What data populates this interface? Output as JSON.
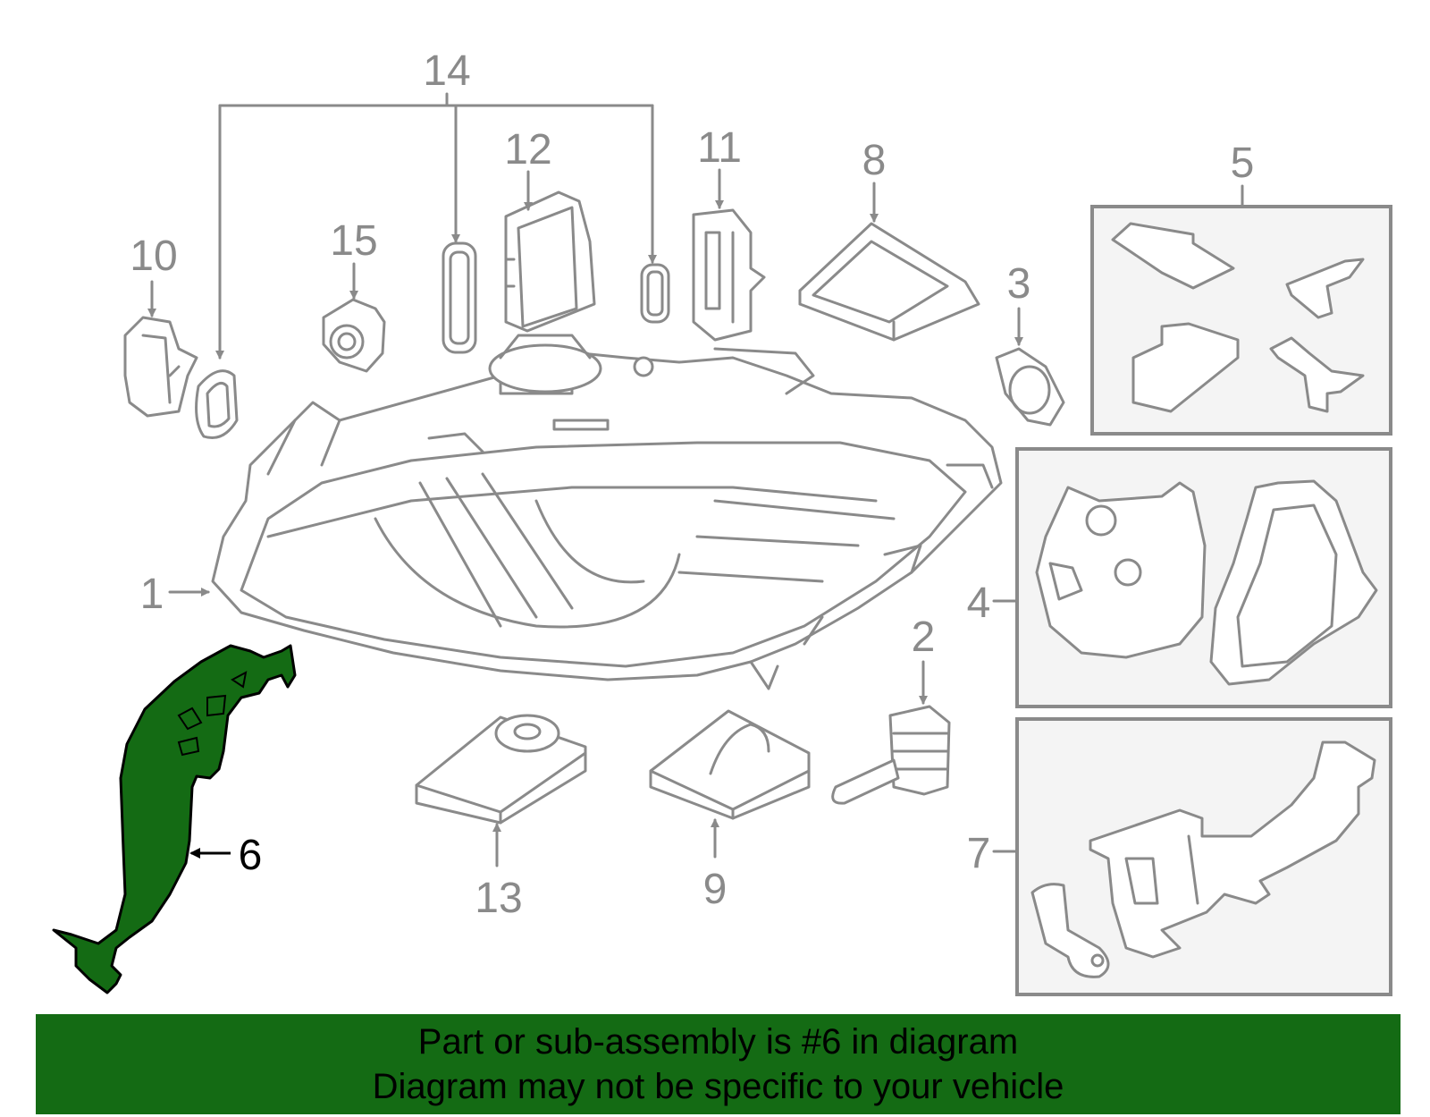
{
  "callouts": {
    "c1": "1",
    "c2": "2",
    "c3": "3",
    "c4": "4",
    "c5": "5",
    "c6": "6",
    "c7": "7",
    "c8": "8",
    "c9": "9",
    "c10": "10",
    "c11": "11",
    "c12": "12",
    "c13": "13",
    "c14": "14",
    "c15": "15"
  },
  "highlighted_part": "6",
  "banner": {
    "line1": "Part or sub-assembly is #6 in diagram",
    "line2": "Diagram may not be specific to your vehicle"
  },
  "colors": {
    "highlight": "#146b14",
    "banner_background": "#146b14",
    "line_art": "#8a8a8a",
    "panel_fill": "#f4f4f4"
  }
}
